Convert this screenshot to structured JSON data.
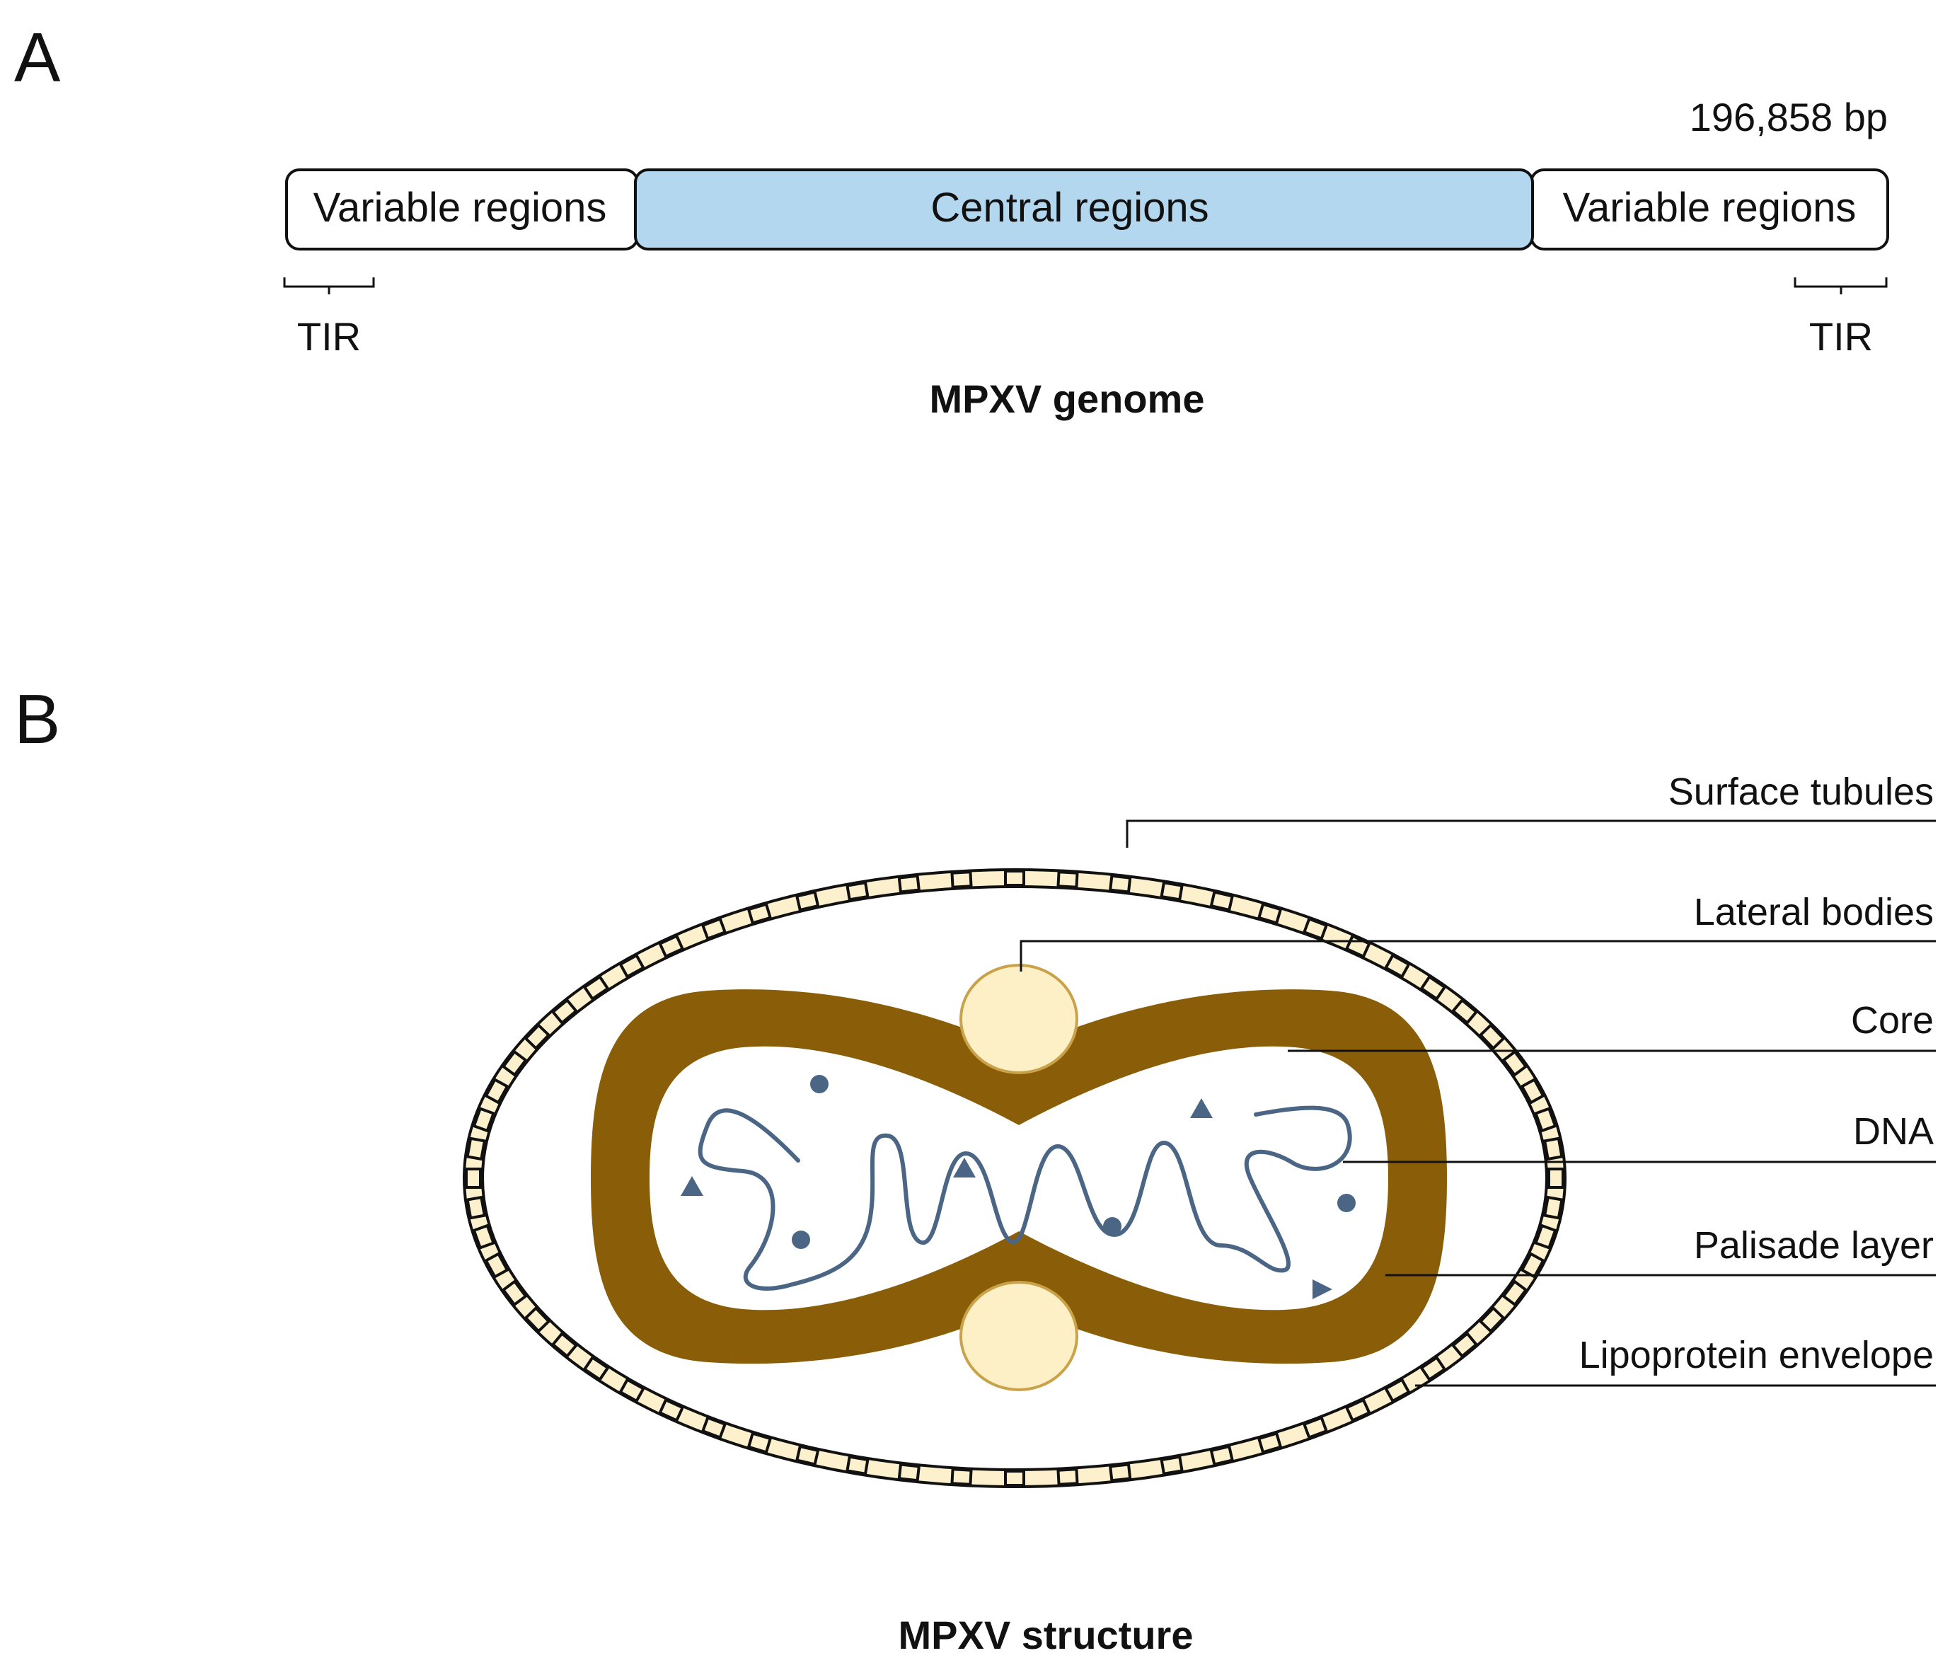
{
  "panel_a": {
    "letter": "A",
    "length_label": "196,858 bp",
    "segments": [
      {
        "label": "Variable regions",
        "fill": "#ffffff"
      },
      {
        "label": "Central regions",
        "fill": "#b3d7ee"
      },
      {
        "label": "Variable regions",
        "fill": "#ffffff"
      }
    ],
    "tir_left": "TIR",
    "tir_right": "TIR",
    "caption": "MPXV genome"
  },
  "panel_b": {
    "letter": "B",
    "callouts": {
      "surface_tubules": "Surface tubules",
      "lateral_bodies": "Lateral bodies",
      "core": "Core",
      "dna": "DNA",
      "palisade_layer": "Palisade layer",
      "lipoprotein_envelope": "Lipoprotein envelope"
    },
    "caption": "MPXV structure"
  },
  "colors": {
    "central_region": "#b3d7ee",
    "envelope_band": "#fdf0cc",
    "lateral_body": "#fdefc6",
    "lateral_body_stroke": "#c9a24a",
    "core_wall": "#8a5e08",
    "dna": "#4b6584",
    "outline": "#111111"
  }
}
